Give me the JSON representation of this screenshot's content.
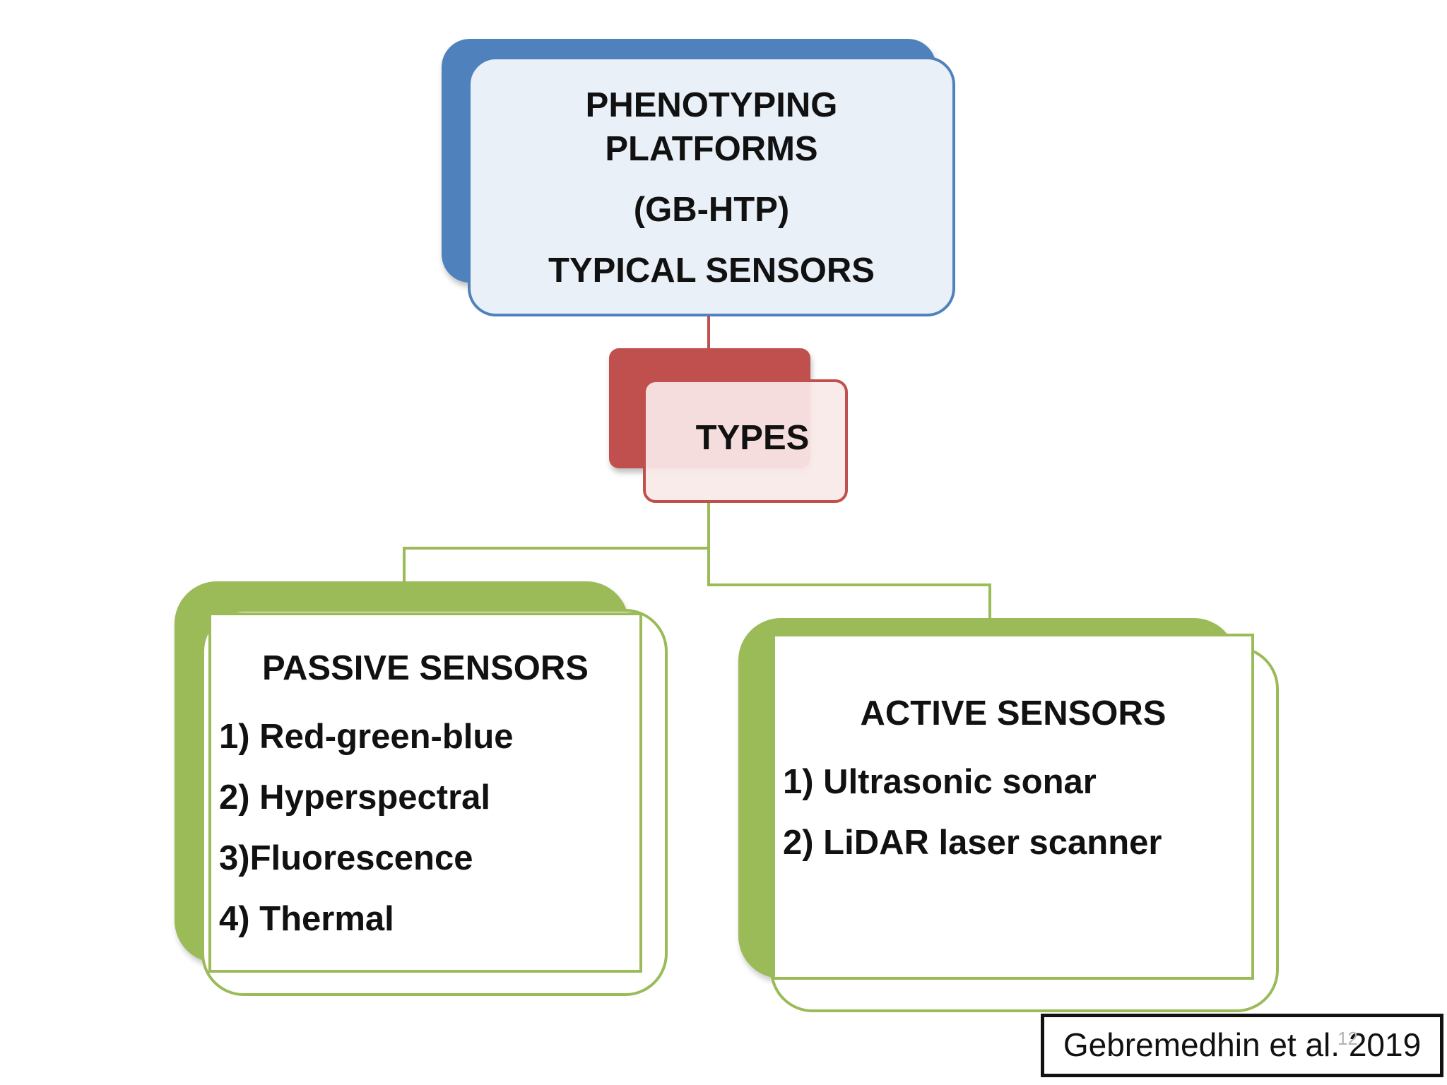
{
  "top_box": {
    "line1": "PHENOTYPING",
    "line2": "PLATFORMS",
    "line3": "(GB-HTP)",
    "line4": "TYPICAL SENSORS"
  },
  "types_box": {
    "label": "TYPES"
  },
  "passive": {
    "title": "PASSIVE SENSORS",
    "items": [
      "1) Red-green-blue",
      "2) Hyperspectral",
      "3)Fluorescence",
      "4) Thermal"
    ]
  },
  "active": {
    "title": "ACTIVE SENSORS",
    "items": [
      "1) Ultrasonic sonar",
      "2) LiDAR laser scanner"
    ]
  },
  "citation": {
    "text": "Gebremedhin et al. 2019"
  },
  "page_number": "12",
  "colors": {
    "blue": "#4f81bd",
    "red": "#c0504d",
    "green": "#9bbb59"
  }
}
